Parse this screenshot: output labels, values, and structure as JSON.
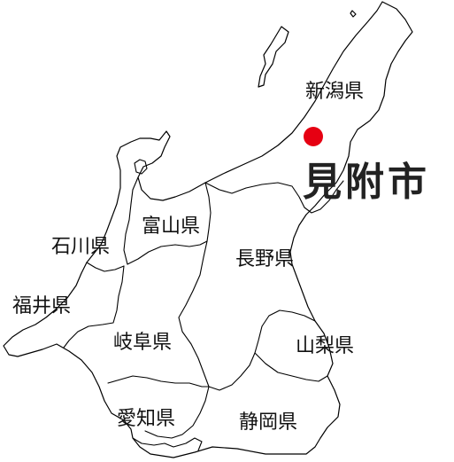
{
  "map": {
    "city": {
      "name": "見附市",
      "marker_color": "#e60012"
    },
    "prefectures": [
      {
        "id": "niigata",
        "name": "新潟県"
      },
      {
        "id": "toyama",
        "name": "富山県"
      },
      {
        "id": "ishikawa",
        "name": "石川県"
      },
      {
        "id": "nagano",
        "name": "長野県"
      },
      {
        "id": "fukui",
        "name": "福井県"
      },
      {
        "id": "gifu",
        "name": "岐阜県"
      },
      {
        "id": "yamanashi",
        "name": "山梨県"
      },
      {
        "id": "aichi",
        "name": "愛知県"
      },
      {
        "id": "shizuoka",
        "name": "静岡県"
      }
    ],
    "colors": {
      "land": "#ffffff",
      "border": "#000000",
      "marker": "#e60012"
    }
  }
}
